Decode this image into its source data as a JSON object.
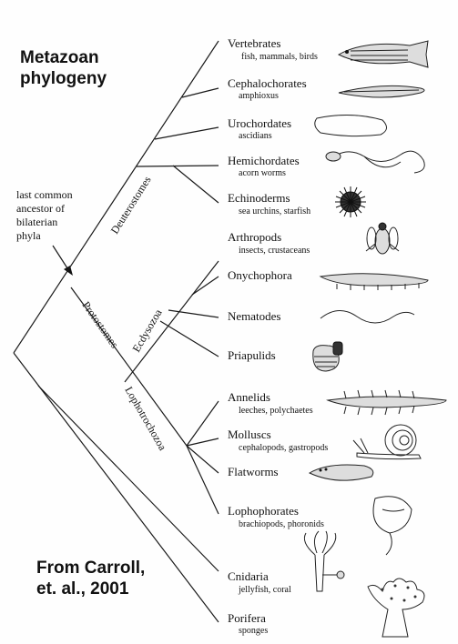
{
  "heading": {
    "line1": "Metazoan",
    "line2": "phylogeny"
  },
  "source": {
    "line1": "From Carroll,",
    "line2": "et. al., 2001"
  },
  "annotation": {
    "lines": [
      "last common",
      "ancestor of",
      "bilaterian",
      "phyla"
    ]
  },
  "clades": {
    "deuterostomes": "Deuterostomes",
    "protostomes": "Protostomes",
    "ecdysozoa": "Ecdysozoa",
    "lophotrochozoa": "Lophotrochozoa"
  },
  "taxa": [
    {
      "name": "Vertebrates",
      "examples": "fish, mammals, birds",
      "icon": "zebrafish-icon"
    },
    {
      "name": "Cephalochorates",
      "examples": "amphioxus",
      "icon": "amphioxus-icon"
    },
    {
      "name": "Urochordates",
      "examples": "ascidians",
      "icon": "ascidian-icon"
    },
    {
      "name": "Hemichordates",
      "examples": "acorn worms",
      "icon": "acorn-worm-icon"
    },
    {
      "name": "Echinoderms",
      "examples": "sea urchins, starfish",
      "icon": "sea-urchin-icon"
    },
    {
      "name": "Arthropods",
      "examples": "insects, crustaceans",
      "icon": "fly-icon"
    },
    {
      "name": "Onychophora",
      "examples": "",
      "icon": "velvet-worm-icon"
    },
    {
      "name": "Nematodes",
      "examples": "",
      "icon": "nematode-icon"
    },
    {
      "name": "Priapulids",
      "examples": "",
      "icon": "priapulid-icon"
    },
    {
      "name": "Annelids",
      "examples": "leeches, polychaetes",
      "icon": "polychaete-icon"
    },
    {
      "name": "Molluscs",
      "examples": "cephalopods, gastropods",
      "icon": "snail-icon"
    },
    {
      "name": "Flatworms",
      "examples": "",
      "icon": "flatworm-icon"
    },
    {
      "name": "Lophophorates",
      "examples": "brachiopods, phoronids",
      "icon": "brachiopod-icon"
    },
    {
      "name": "Cnidaria",
      "examples": "jellyfish, coral",
      "icon": "hydra-icon"
    },
    {
      "name": "Porifera",
      "examples": "sponges",
      "icon": "sponge-icon"
    }
  ]
}
